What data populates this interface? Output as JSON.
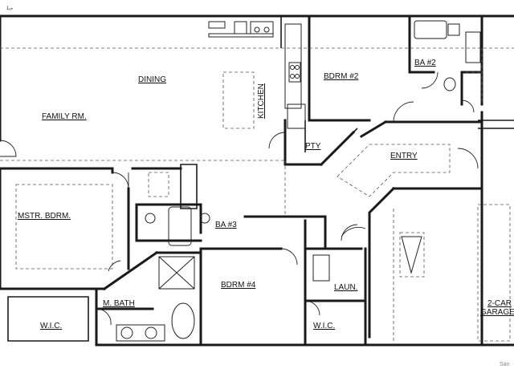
{
  "plan": {
    "corner_note": "1ₐₕ",
    "watermark": "San",
    "rooms": {
      "dining": "DINING",
      "family": "FAMILY RM.",
      "kitchen": "KITCHEN",
      "bdrm2": "BDRM #2",
      "ba2": "BA #2",
      "pty": "PTY",
      "entry": "ENTRY",
      "mstr": "MSTR. BDRM.",
      "ba3": "BA #3",
      "bdrm4": "BDRM #4",
      "mbath": "M. BATH",
      "wic1": "W.I.C.",
      "wic2": "W.I.C.",
      "laun": "LAUN.",
      "garage1": "2-CAR",
      "garage2": "GARAGE"
    }
  }
}
